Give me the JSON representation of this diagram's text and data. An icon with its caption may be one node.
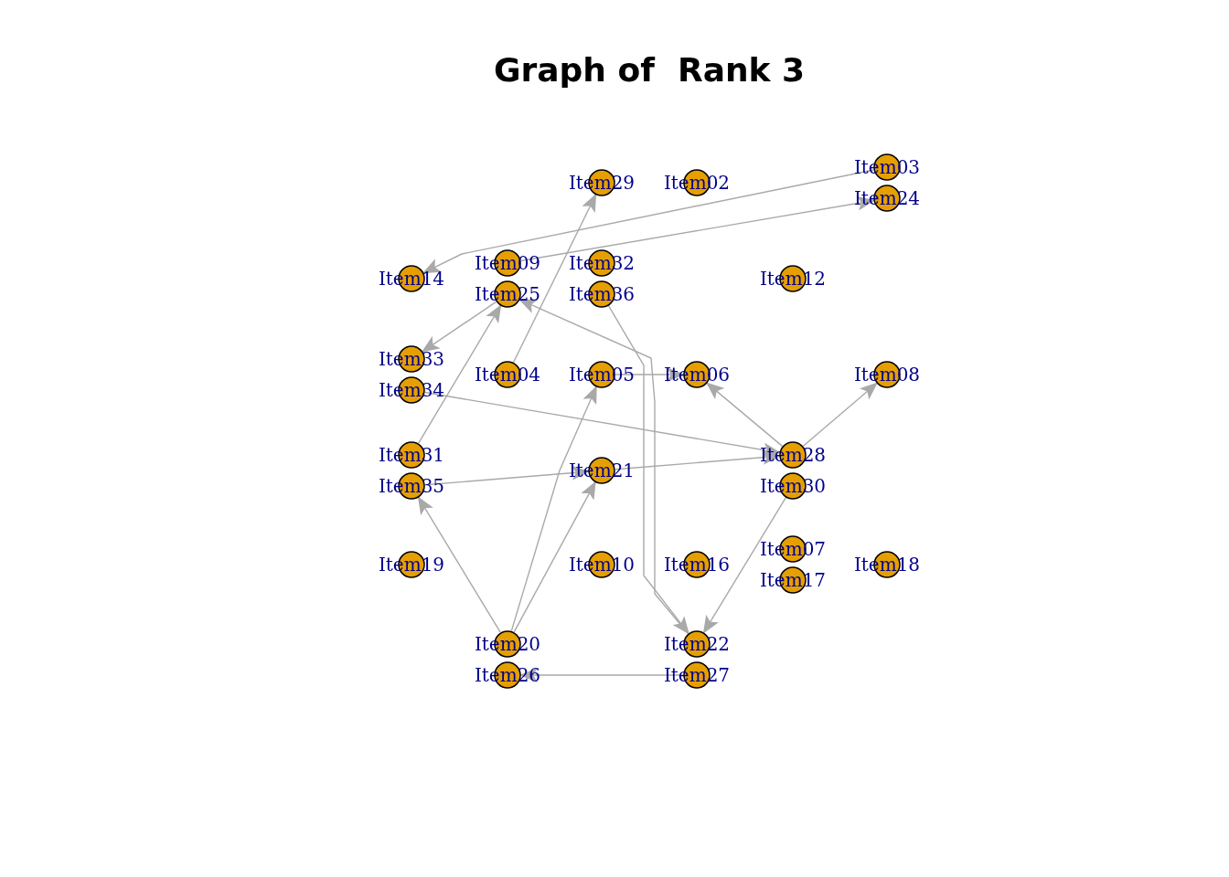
{
  "diagram": {
    "title": "Graph of  Rank 3",
    "nodes": [
      {
        "text": [
          "Item29"
        ]
      },
      {
        "text": [
          "Item02"
        ]
      },
      {
        "text": [
          "Item03"
        ]
      },
      {
        "text": [
          "Item24"
        ]
      },
      {
        "text": [
          "Item14"
        ]
      },
      {
        "text": [
          "Item09"
        ]
      },
      {
        "text": [
          "Item25"
        ]
      },
      {
        "text": [
          "Item32"
        ]
      },
      {
        "text": [
          "Item36"
        ]
      },
      {
        "text": [
          "Item12"
        ]
      },
      {
        "text": [
          "Item33"
        ]
      },
      {
        "text": [
          "Item34"
        ]
      },
      {
        "text": [
          "Item04"
        ]
      },
      {
        "text": [
          "Item05"
        ]
      },
      {
        "text": [
          "Item06"
        ]
      },
      {
        "text": [
          "Item08"
        ]
      },
      {
        "text": [
          "Item31"
        ]
      },
      {
        "text": [
          "Item35"
        ]
      },
      {
        "text": [
          "Item21"
        ]
      },
      {
        "text": [
          "Item28"
        ]
      },
      {
        "text": [
          "Item30"
        ]
      },
      {
        "text": [
          "Item19"
        ]
      },
      {
        "text": [
          "Item10"
        ]
      },
      {
        "text": [
          "Item16"
        ]
      },
      {
        "text": [
          "Item07"
        ]
      },
      {
        "text": [
          "Item17"
        ]
      },
      {
        "text": [
          "Item18"
        ]
      },
      {
        "text": [
          "Item20"
        ]
      },
      {
        "text": [
          "Item26"
        ]
      },
      {
        "text": [
          "Item22"
        ]
      },
      {
        "text": [
          "Item27"
        ]
      }
    ],
    "edges": [
      {
        "from": 2,
        "to": 4,
        "arrow": "to"
      },
      {
        "from": 5,
        "to": 3,
        "arrow": "to"
      },
      {
        "from": 12,
        "to": 0,
        "arrow": "to"
      },
      {
        "from": 6,
        "to": 10,
        "arrow": "to"
      },
      {
        "from": 16,
        "to": 6,
        "arrow": "to"
      },
      {
        "from": 29,
        "to": 6,
        "arrow": "to"
      },
      {
        "from": 8,
        "to": 29,
        "arrow": "to"
      },
      {
        "from": 11,
        "to": 19,
        "arrow": "to"
      },
      {
        "from": 13,
        "to": 14,
        "arrow": "to"
      },
      {
        "from": 19,
        "to": 14,
        "arrow": "to"
      },
      {
        "from": 19,
        "to": 15,
        "arrow": "to"
      },
      {
        "from": 17,
        "to": 18,
        "arrow": "to"
      },
      {
        "from": 18,
        "to": 19,
        "arrow": "to"
      },
      {
        "from": 27,
        "to": 17,
        "arrow": "to"
      },
      {
        "from": 27,
        "to": 13,
        "arrow": "to"
      },
      {
        "from": 27,
        "to": 18,
        "arrow": "to"
      },
      {
        "from": 20,
        "to": 29,
        "arrow": "to"
      },
      {
        "from": 30,
        "to": 28,
        "arrow": "to"
      }
    ]
  }
}
